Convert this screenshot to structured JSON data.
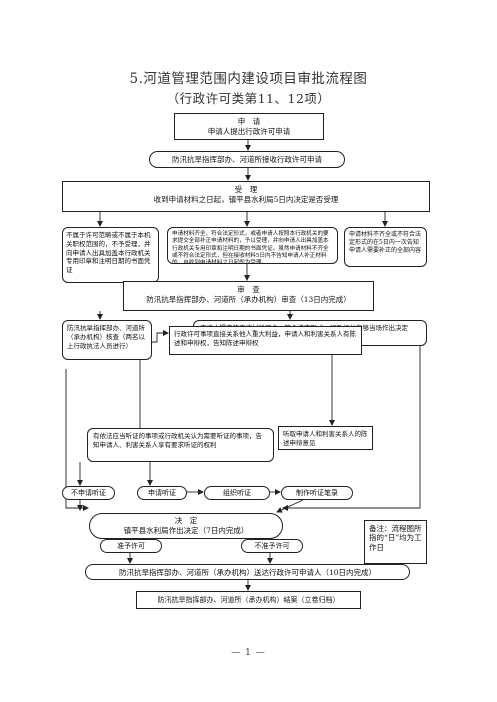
{
  "title": "5.河道管理范围内建设项目审批流程图",
  "subtitle": "（行政许可类第11、12项）",
  "nodes": {
    "apply": {
      "heading": "申　请",
      "text": "申请人提出行政许可申请"
    },
    "receive": {
      "text": "防汛抗旱指挥部办、河道所接收行政许可申请"
    },
    "accept": {
      "heading": "受　理",
      "text": "收到申请材料之日起，镇平县水利局5日内决定是否受理"
    },
    "not_in_scope": {
      "text": "不属于许可范畴或不属于本机关职权范围的，不予受理，并向申请人出具加盖本行政机关专用印章和注明日期的书面凭证"
    },
    "complete": {
      "text": "申请材料齐全、符合法定形式，或者申请人按照本行政机关的要求提交全部补正申请材料的，予以受理，并向申请人出具加盖本行政机关专用印章和注明日期的书面凭证。虽然申请材料不齐全或不符合法定形式，但在接收材料5日内不告知申请人补正材料的，自收到申请材料之日起即为受理。"
    },
    "incomplete": {
      "text": "申请材料不齐全或不符合法定形式的在5日内一次告知申请人需要补正的全部内容"
    },
    "review": {
      "heading": "审　查",
      "text": "防汛抗旱指挥部办、河道所（承办机构）审查（13日内完成）"
    },
    "verify": {
      "text": "防汛抗旱指挥部办、河道所（承办机构）核查（两名以上行政执法人员进行）"
    },
    "on_spot": {
      "text": "申请人提交的申请材料齐全、符合法定形式，行政机关能够当场作出决定的，应当当场作出书面的行政许可决定"
    },
    "interest": {
      "text": "行政许可事项直接关系他人重大利益，申请人和利害关系人有陈述和申辩权，告知陈述申辩权"
    },
    "hearing_notice": {
      "text": "有依法应当听证的事项或行政机关认为需要听证的事项，告知申请人、利害关系人享有要求听证的权利"
    },
    "statements": {
      "text": "听取申请人和利害关系人的陈述申辩意见"
    },
    "no_hearing": {
      "text": "不申请听证"
    },
    "request_hearing": {
      "text": "申请听证"
    },
    "organize_hearing": {
      "text": "组织听证"
    },
    "hearing_record": {
      "text": "制作听证笔录"
    },
    "decide": {
      "heading": "决　定",
      "text": "镇平县水利局作出决定（7日内完成）"
    },
    "note": {
      "text": "备注：流程图所指的“日”均为工作日"
    },
    "grant": {
      "text": "准予许可"
    },
    "deny": {
      "text": "不准予许可"
    },
    "deliver": {
      "text": "防汛抗旱指挥部办、河道所（承办机构）送达行政许可申请人（10日内完成）"
    },
    "archive": {
      "text": "防汛抗旱指挥部办、河道所（承办机构）结案（立卷归档）"
    }
  },
  "footer": "— 1 —"
}
